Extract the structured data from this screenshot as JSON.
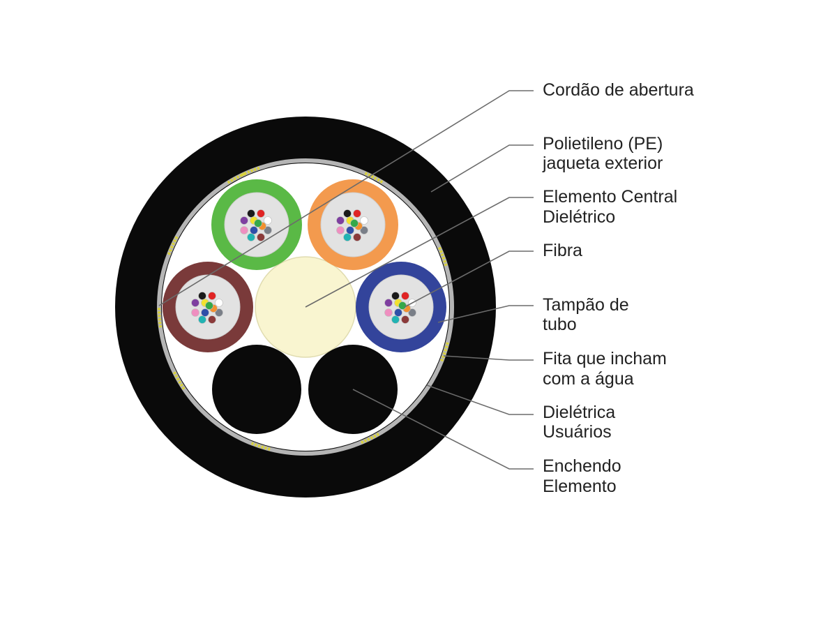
{
  "labels": [
    {
      "key": "ripcord",
      "lines": [
        "Cordão de abertura"
      ]
    },
    {
      "key": "outer-jacket",
      "lines": [
        "Polietileno (PE)",
        "jaqueta exterior"
      ]
    },
    {
      "key": "central-member",
      "lines": [
        "Elemento Central",
        "Dielétrico"
      ]
    },
    {
      "key": "fiber",
      "lines": [
        "Fibra"
      ]
    },
    {
      "key": "tube-filler",
      "lines": [
        "Tampão de",
        "tubo"
      ]
    },
    {
      "key": "water-tape",
      "lines": [
        "Fita que incham",
        "com a água"
      ]
    },
    {
      "key": "dielectric-users",
      "lines": [
        "Dielétrica",
        "Usuários"
      ]
    },
    {
      "key": "filling-element",
      "lines": [
        "Enchendo",
        "Elemento"
      ]
    }
  ],
  "colors": {
    "jacket": "#0a0a0a",
    "cable_interior": "#ffffff",
    "tape_ring": "#b5b5b5",
    "tape_accent": "#d9d23a",
    "central_member": "#f9f5d0",
    "tube_inner": "#e2e2e2",
    "filler": "#0a0a0a",
    "leader_line": "#6b6b6b",
    "text": "#222222"
  },
  "tubes": [
    {
      "name": "green-tube",
      "color": "#5ab946"
    },
    {
      "name": "orange-tube",
      "color": "#f39a4e"
    },
    {
      "name": "brown-tube",
      "color": "#7a3a3a"
    },
    {
      "name": "blue-tube",
      "color": "#33449b"
    }
  ],
  "fiber_colors": [
    "#1a1a1a",
    "#e02424",
    "#ffffff",
    "#7a7f88",
    "#8b3a3a",
    "#22b3b3",
    "#ef8fc0",
    "#7e3fa0",
    "#f2e22f",
    "#f2902f",
    "#2f4fa8",
    "#35a84a"
  ]
}
